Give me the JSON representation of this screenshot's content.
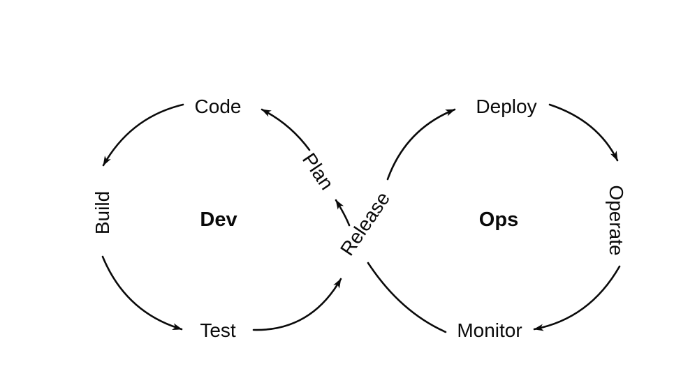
{
  "diagram": {
    "type": "devops-infinity-loop",
    "background_color": "#ffffff",
    "stroke_color": "#0a0a0a",
    "text_color": "#0a0a0a",
    "flow_order": [
      "Plan",
      "Code",
      "Build",
      "Test",
      "Release",
      "Deploy",
      "Operate",
      "Monitor"
    ],
    "loops": {
      "dev": {
        "label": "Dev",
        "stages": [
          "Code",
          "Build",
          "Test"
        ]
      },
      "ops": {
        "label": "Ops",
        "stages": [
          "Deploy",
          "Operate",
          "Monitor"
        ]
      }
    },
    "crossover_stages": [
      "Plan",
      "Release"
    ],
    "labels": {
      "code": "Code",
      "build": "Build",
      "test": "Test",
      "plan": "Plan",
      "release": "Release",
      "deploy": "Deploy",
      "operate": "Operate",
      "monitor": "Monitor",
      "dev": "Dev",
      "ops": "Ops"
    }
  }
}
